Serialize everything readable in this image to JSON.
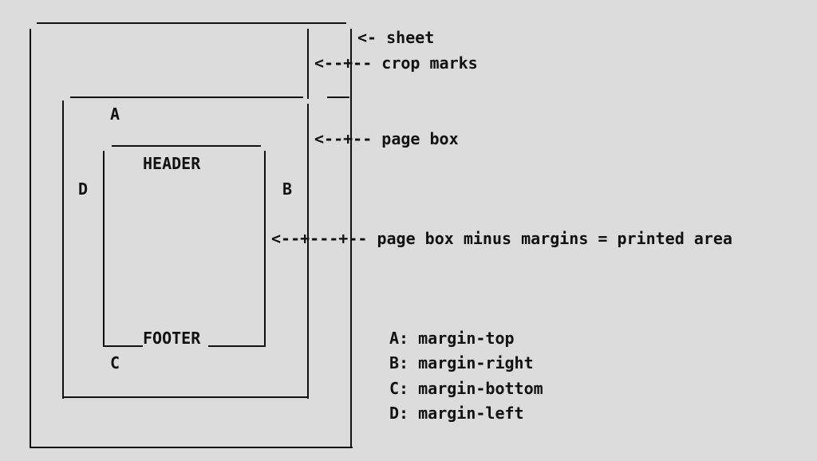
{
  "diagram": {
    "labels": {
      "a": "A",
      "b": "B",
      "c": "C",
      "d": "D",
      "header": "HEADER",
      "footer": "FOOTER"
    },
    "callouts": {
      "sheet": "<- sheet",
      "crop_marks": "<--+-- crop marks",
      "page_box": "<--+-- page box",
      "printed_area": "<--+---+-- page box minus margins = printed area"
    },
    "legend": [
      "A: margin-top",
      "B: margin-right",
      "C: margin-bottom",
      "D: margin-left"
    ]
  }
}
